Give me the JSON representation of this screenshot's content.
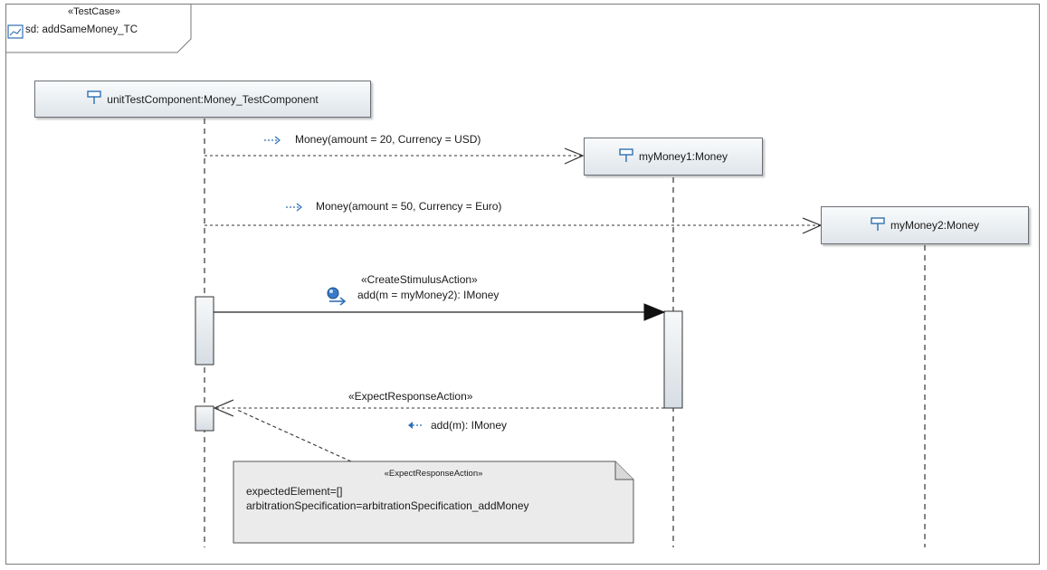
{
  "frame": {
    "stereotype": "«TestCase»",
    "name": "sd: addSameMoney_TC",
    "icon": "sequence-diagram-icon"
  },
  "lifelines": {
    "test_component": {
      "label": "unitTestComponent:Money_TestComponent",
      "icon": "lifeline-icon"
    },
    "money1": {
      "label": "myMoney1:Money",
      "icon": "lifeline-icon"
    },
    "money2": {
      "label": "myMoney2:Money",
      "icon": "lifeline-icon"
    }
  },
  "messages": {
    "create1": {
      "label": "Money(amount = 20, Currency = USD)",
      "icon": "create-message-icon"
    },
    "create2": {
      "label": "Money(amount = 50, Currency = Euro)",
      "icon": "create-message-icon"
    },
    "call": {
      "stereotype": "«CreateStimulusAction»",
      "label": "add(m = myMoney2): IMoney",
      "icon": "stimulus-icon"
    },
    "reply": {
      "stereotype": "«ExpectResponseAction»",
      "label": "add(m): IMoney",
      "icon": "reply-message-icon"
    }
  },
  "note": {
    "stereotype": "«ExpectResponseAction»",
    "line1": "expectedElement=[]",
    "line2": "arbitrationSpecification=arbitrationSpecification_addMoney"
  },
  "colors": {
    "border": "#6b6f75",
    "icon_blue": "#2f6fb5",
    "line": "#333333"
  }
}
